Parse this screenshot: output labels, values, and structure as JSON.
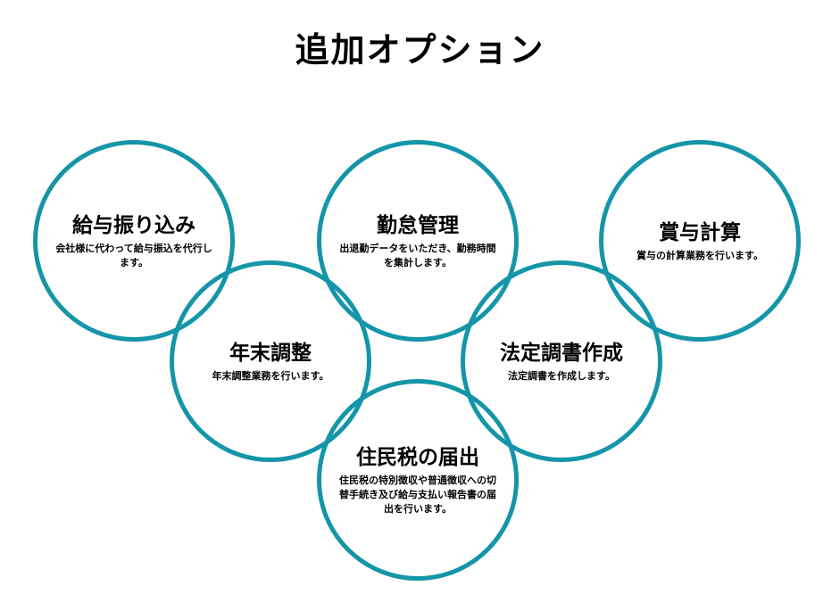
{
  "title": "追加オプション",
  "colors": {
    "ring": "#1495a8",
    "text": "#000000",
    "background": "#ffffff"
  },
  "options": [
    {
      "heading": "給与振り込み",
      "description": "会社様に代わって給与振込を代行します。"
    },
    {
      "heading": "勤怠管理",
      "description": "出退勤データをいただき、勤務時間を集計します。"
    },
    {
      "heading": "賞与計算",
      "description": "賞与の計算業務を行います。"
    },
    {
      "heading": "年末調整",
      "description": "年末調整業務を行います。"
    },
    {
      "heading": "法定調書作成",
      "description": "法定調書を作成します。"
    },
    {
      "heading": "住民税の届出",
      "description": "住民税の特別徴収や普通徴収への切替手続き及び給与支払い報告書の届出を行います。"
    }
  ]
}
